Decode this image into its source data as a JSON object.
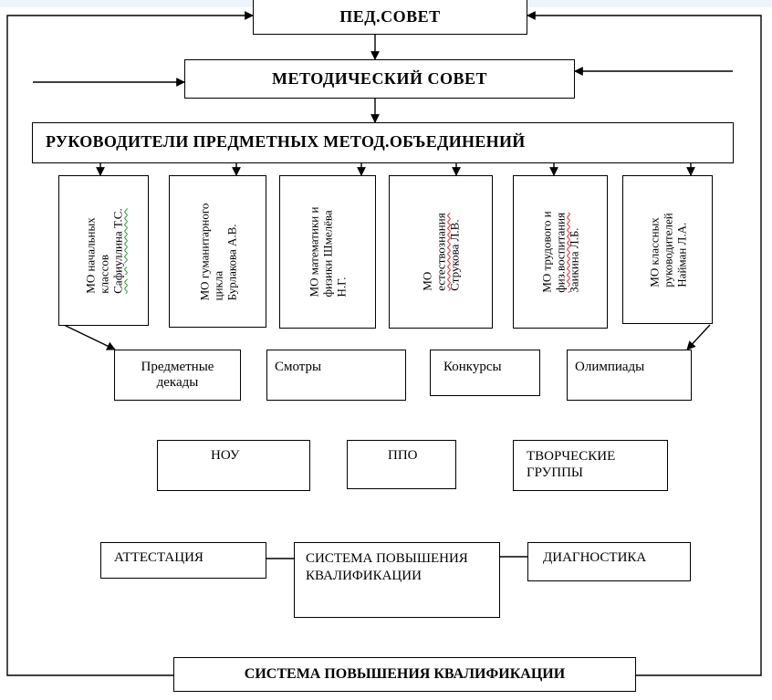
{
  "diagram": {
    "ped_sovet": "ПЕД.СОВЕТ",
    "metod_sovet": "МЕТОДИЧЕСКИЙ СОВЕТ",
    "rukovoditeli": "РУКОВОДИТЕЛИ ПРЕДМЕТНЫХ МЕТОД.ОБЪЕДИНЕНИЙ",
    "mo": [
      {
        "lines": [
          "МО начальных",
          "классов",
          "Сафиуллина Т.С."
        ]
      },
      {
        "lines": [
          "МО гуманитарного",
          "цикла",
          "Бурлакова А.В."
        ]
      },
      {
        "lines": [
          "МО математики и",
          "физики Шмелёва",
          "Н.Г."
        ]
      },
      {
        "lines": [
          "МО",
          "естествознания",
          "Струкова Л.В."
        ]
      },
      {
        "lines": [
          "МО трудового и",
          "физ.воспитания",
          "Заикина Л.Б."
        ]
      },
      {
        "lines": [
          "МО классных",
          "руководителей",
          "Найман Л.А."
        ]
      }
    ],
    "activities": {
      "dekady": "Предметные декады",
      "smotry": "Смотры",
      "konkursy": "Конкурсы",
      "olimpiady": "Олимпиады"
    },
    "groups": {
      "nou": "НОУ",
      "ppo": "ППО",
      "tvorcheskie": "ТВОРЧЕСКИЕ ГРУППЫ"
    },
    "bottom": {
      "attestaciya": "АТТЕСТАЦИЯ",
      "sistema_center": "СИСТЕМА ПОВЫШЕНИЯ КВАЛИФИКАЦИИ",
      "diagnostika": "ДИАГНОСТИКА",
      "sistema_footer": "СИСТЕМА ПОВЫШЕНИЯ КВАЛИФИКАЦИИ"
    }
  }
}
